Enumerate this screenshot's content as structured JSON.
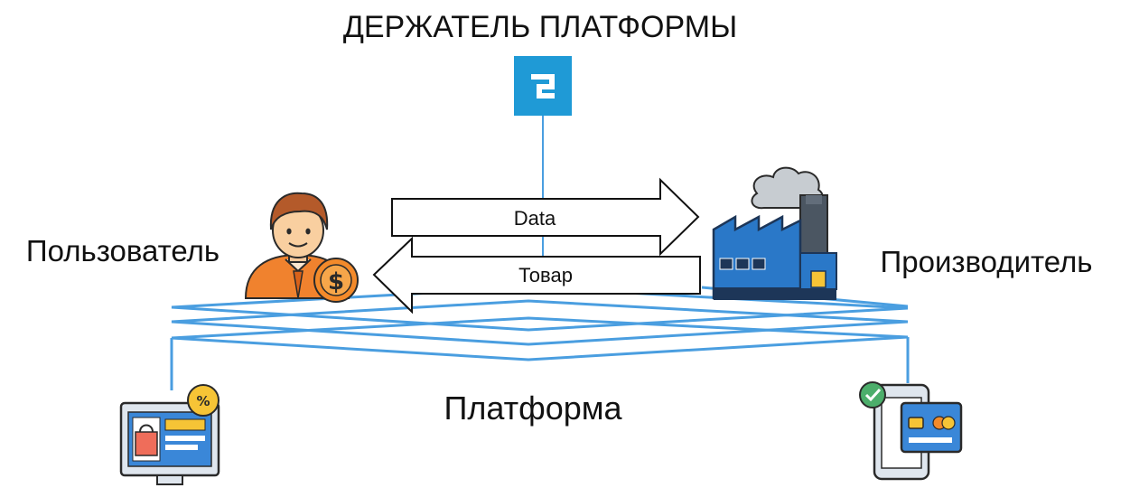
{
  "holder": {
    "title": "ДЕРЖАТЕЛЬ ПЛАТФОРМЫ"
  },
  "user": {
    "label": "Пользователь"
  },
  "producer": {
    "label": "Производитель"
  },
  "arrows": {
    "data_label": "Data",
    "goods_label": "Товар"
  },
  "platform": {
    "label": "Платформа"
  },
  "icons": {
    "holder_logo": "platform-logo-icon",
    "user": "user-with-money-icon",
    "producer": "factory-icon",
    "shop": "online-shop-monitor-icon",
    "payment": "mobile-payment-icon"
  },
  "colors": {
    "accent_blue": "#1f9ad6",
    "platform_lines": "#4a9ee0",
    "user_shirt": "#f0822e",
    "factory_blue": "#2a78c8",
    "factory_dark": "#1d3658",
    "coin_orange": "#f38a2a",
    "badge_yellow": "#f6c436",
    "check_green": "#4cae6b"
  }
}
